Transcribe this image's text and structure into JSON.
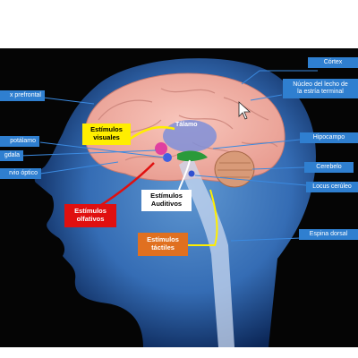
{
  "labels_right": {
    "cortex": "Córtex",
    "nucleo": "Núcleo del lecho de\nla estría terminal",
    "hipocampo": "Hipocampo",
    "cerebelo": "Cerebelo",
    "locus": "Locus cerúleo",
    "espina": "Espina dorsal"
  },
  "labels_left": {
    "prefrontal": "x prefrontal",
    "hipotalamo": "potálamo",
    "amigdala": "gdala",
    "nervio": "rvio óptico"
  },
  "inner": {
    "talamo": "Tálamo"
  },
  "stimuli": {
    "visuales": "Estímulos\nvisuales",
    "auditivos": "Estímulos\nAuditivos",
    "olfativos": "Estímulos\nolfativos",
    "tactiles": "Estímulos\ntáctiles"
  },
  "colors": {
    "background": "#050505",
    "head": "#3a78c8",
    "brain": "#f2b4a8",
    "label_box": "#2f7fd0",
    "visuales": "#ffee00",
    "auditivos": "#ffffff",
    "olfativos": "#e01010",
    "tactiles": "#e07020"
  },
  "icons": [
    "mouse-cursor-icon"
  ]
}
